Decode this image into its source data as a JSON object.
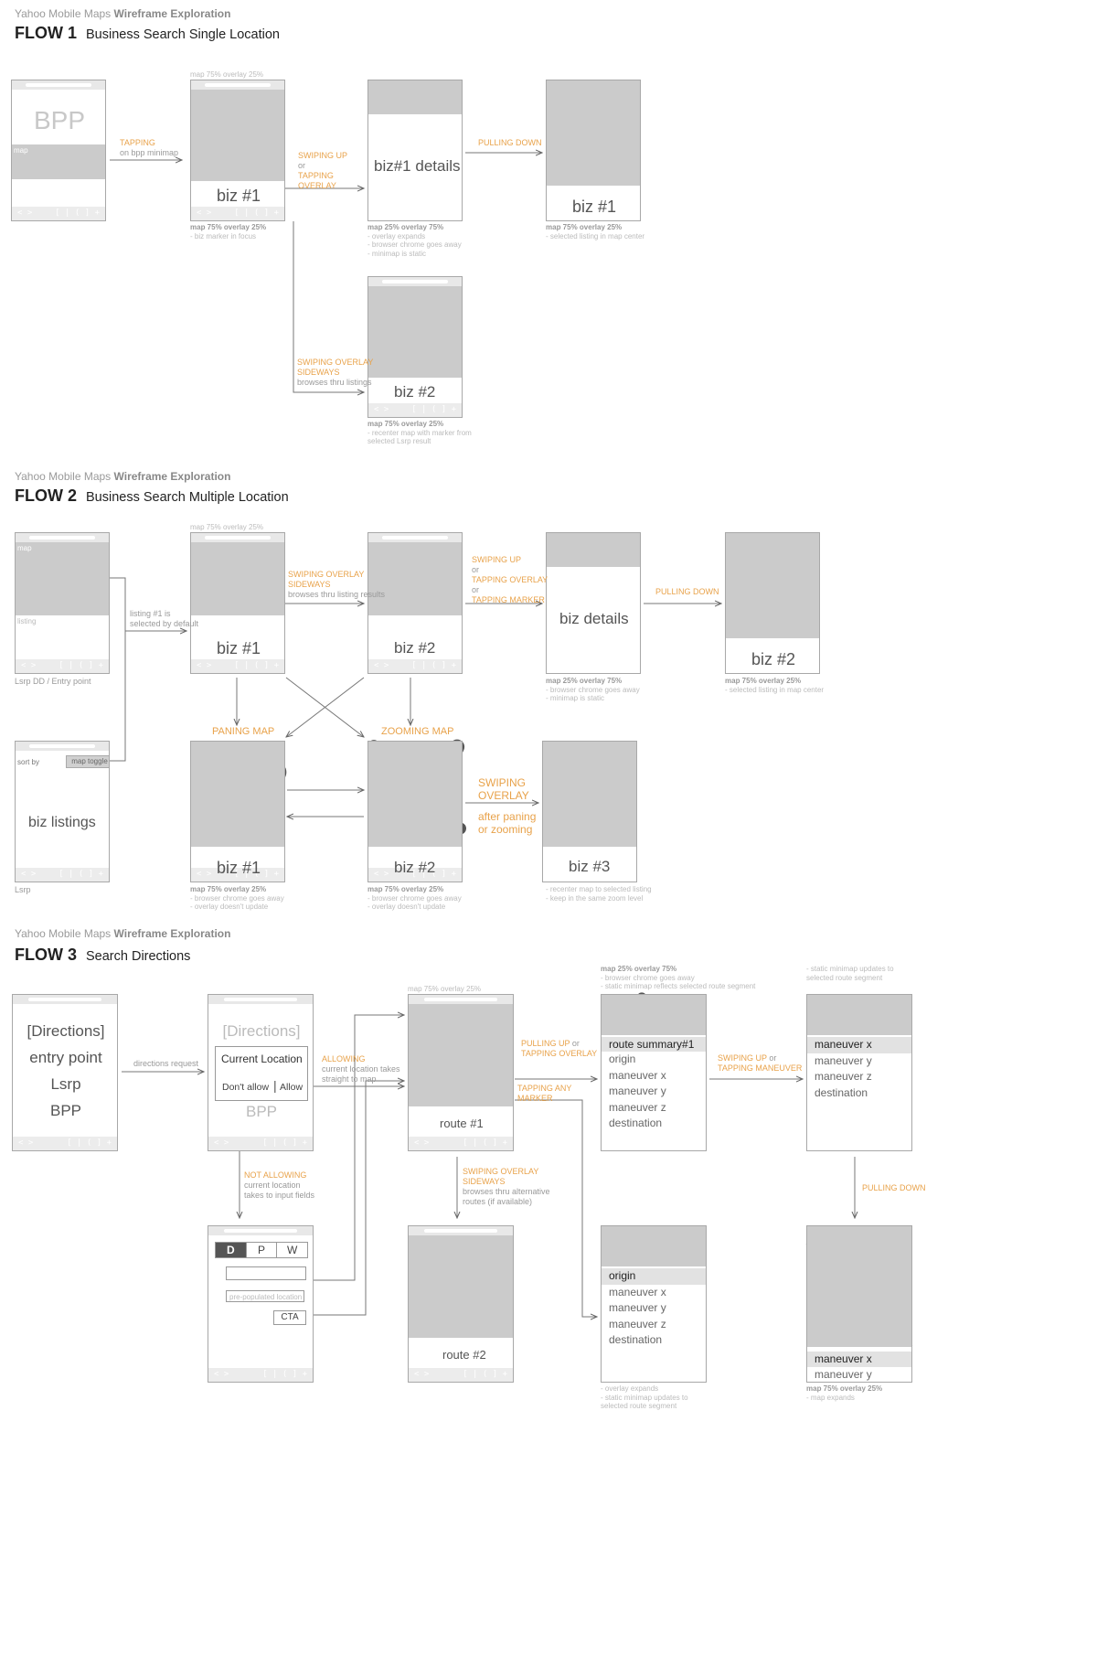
{
  "header_sub": {
    "light": "Yahoo Mobile Maps",
    "bold": "Wireframe Exploration"
  },
  "flows": [
    {
      "title": "FLOW 1",
      "subtitle": "Business Search Single Location"
    },
    {
      "title": "FLOW 2",
      "subtitle": "Business Search Multiple Location"
    },
    {
      "title": "FLOW 3",
      "subtitle": "Search Directions"
    }
  ],
  "toolbar": {
    "left": "< >",
    "right": "[ | ( ] +"
  },
  "flow1": {
    "s1": {
      "bpp": "BPP",
      "map": "map"
    },
    "s2": {
      "top_note": "map 75% overlay 25%",
      "label": "biz #1",
      "notes": [
        "map 75% overlay 25%",
        "- biz marker in focus"
      ]
    },
    "s3": {
      "label": "biz#1 details",
      "notes": [
        "map 25% overlay 75%",
        "- overlay expands",
        "- browser chrome goes away",
        "- minimap is static"
      ]
    },
    "s4": {
      "label": "biz #1",
      "notes": [
        "map 75% overlay 25%",
        "- selected listing in map center"
      ]
    },
    "s5": {
      "label": "biz #2",
      "notes": [
        "map 75% overlay 25%",
        "- recenter map with marker from",
        "selected Lsrp result"
      ]
    },
    "a_tap": {
      "main": "TAPPING",
      "sub": "on bpp minimap"
    },
    "a_swipe_up": {
      "l1": "SWIPING UP",
      "or": "or",
      "l2": "TAPPING",
      "l3": "OVERLAY"
    },
    "a_pull": "PULLING DOWN",
    "a_side": {
      "l1": "SWIPING OVERLAY",
      "l2": "SIDEWAYS",
      "sub": "browses thru listings"
    }
  },
  "flow2": {
    "s1": {
      "map": "map",
      "listing": "listing",
      "caption": "Lsrp DD / Entry point"
    },
    "s2": {
      "top_note": "map 75% overlay 25%",
      "label": "biz #1"
    },
    "s3": {
      "label": "biz #2"
    },
    "s4": {
      "label": "biz details",
      "notes": [
        "map 25% overlay 75%",
        "- browser chrome goes away",
        "- minimap is static"
      ]
    },
    "s5": {
      "label": "biz #2",
      "notes": [
        "map 75% overlay 25%",
        "- selected listing in map center"
      ]
    },
    "s6": {
      "sort": "sort by",
      "toggle": "map toggle",
      "label": "biz listings",
      "caption": "Lsrp"
    },
    "s7": {
      "label": "biz #1",
      "notes": [
        "map 75% overlay 25%",
        "- browser chrome goes away",
        "- overlay doesn't update"
      ]
    },
    "s8": {
      "label": "biz #2",
      "notes": [
        "map 75% overlay 25%",
        "- browser chrome goes away",
        "- overlay doesn't update"
      ]
    },
    "s9": {
      "label": "biz #3",
      "notes": [
        "- recenter map to selected listing",
        "- keep in the same zoom level"
      ]
    },
    "a_default": {
      "l1": "listing #1 is",
      "l2": "selected by default"
    },
    "a_side": {
      "l1": "SWIPING OVERLAY",
      "l2": "SIDEWAYS",
      "sub": "browses thru listing results"
    },
    "a_up": {
      "l1": "SWIPING UP",
      "or1": "or",
      "l2": "TAPPING OVERLAY",
      "or2": "or",
      "l3": "TAPPING MARKER"
    },
    "a_pull": "PULLING DOWN",
    "a_pan": "PANING MAP",
    "a_zoom": "ZOOMING MAP",
    "a_swipe": {
      "l1": "SWIPING",
      "l2": "OVERLAY",
      "l3": "after paning",
      "l4": "or zooming"
    }
  },
  "flow3": {
    "s1": {
      "lines": [
        "[Directions]",
        "entry point",
        "Lsrp",
        "BPP"
      ]
    },
    "s2": {
      "title": "[Directions]",
      "current": "Current Location",
      "dont": "Don't allow",
      "allow": "Allow",
      "bpp": "BPP"
    },
    "s3": {
      "top_note": "map 75% overlay 25%",
      "label": "route #1"
    },
    "s4": {
      "top_notes": [
        "map 25% overlay 75%",
        "- browser chrome goes away",
        "- static minimap reflects selected route segment"
      ],
      "items": [
        "route summary#1",
        "origin",
        "maneuver x",
        "maneuver y",
        "maneuver z",
        "destination"
      ]
    },
    "s5": {
      "top_notes": [
        "- static minimap updates to",
        "selected route segment"
      ],
      "items": [
        "maneuver x",
        "maneuver y",
        "maneuver z",
        "destination"
      ]
    },
    "s6": {
      "tabs": [
        "D",
        "P",
        "W"
      ],
      "placeholder": "pre-populated location",
      "cta": "CTA"
    },
    "s7": {
      "label": "route #2"
    },
    "s8": {
      "items": [
        "origin",
        "maneuver x",
        "maneuver y",
        "maneuver z",
        "destination"
      ],
      "notes": [
        "- overlay expands",
        "- static minimap updates to",
        "selected route segment"
      ]
    },
    "s9": {
      "items": [
        "maneuver x",
        "maneuver y"
      ],
      "notes": [
        "map 75% overlay 25%",
        "- map expands"
      ]
    },
    "a_req": "directions request",
    "a_allow": {
      "l1": "ALLOWING",
      "l2": "current location takes",
      "l3": "straight to map"
    },
    "a_notallow": {
      "l1": "NOT ALLOWING",
      "l2": "current location",
      "l3": "takes to input fields"
    },
    "a_pullup": {
      "l1": "PULLING UP",
      "or": "or",
      "l2": "TAPPING OVERLAY"
    },
    "a_marker": {
      "l1": "TAPPING ANY",
      "l2": "MARKER"
    },
    "a_swipe_up": {
      "l1": "SWIPING UP",
      "or": "or",
      "l2": "TAPPING MANEUVER"
    },
    "a_side": {
      "l1": "SWIPING OVERLAY",
      "l2": "SIDEWAYS",
      "sub": [
        "browses thru alternative",
        "routes (if available)"
      ]
    },
    "a_pull": "PULLING DOWN"
  },
  "colors": {
    "accent": "#e8a24a",
    "map": "#cbcbcb",
    "frame": "#a8a8a8",
    "marker": "#555555"
  }
}
